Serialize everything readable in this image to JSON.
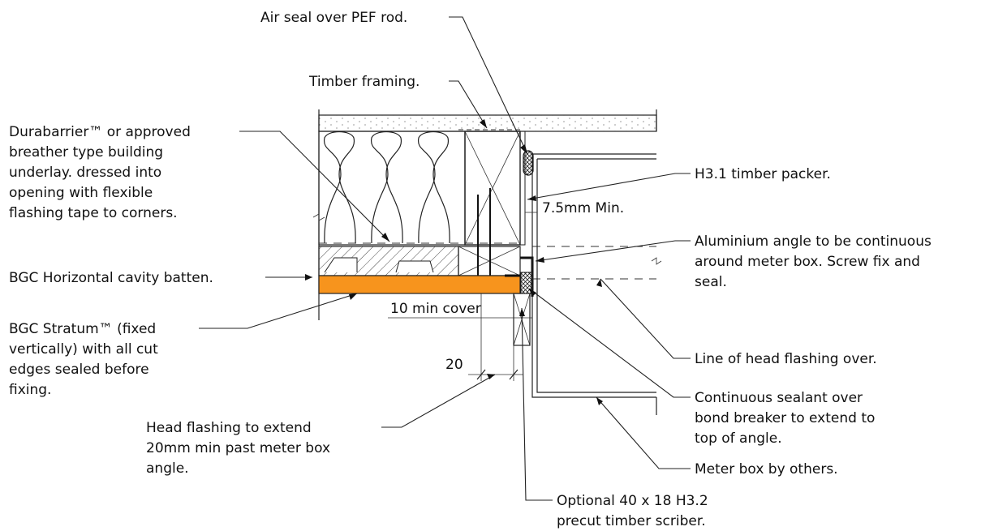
{
  "labels": {
    "air_seal": "Air seal over PEF rod.",
    "timber_framing": "Timber framing.",
    "durabarrier": [
      "Durabarrier™ or approved",
      "breather type building",
      "underlay. dressed into",
      "opening with flexible",
      "flashing tape to corners."
    ],
    "h31_packer": "H3.1 timber packer.",
    "gap_min": "7.5mm Min.",
    "aluminium_angle": [
      "Aluminium angle to be continuous",
      "around meter box. Screw fix and",
      "seal."
    ],
    "cavity_batten": "BGC Horizontal cavity batten.",
    "cover": "10 min cover",
    "stratum": [
      "BGC Stratum™ (fixed",
      "vertically) with all cut",
      "edges sealed before",
      "fixing."
    ],
    "dim_20": "20",
    "head_flashing_line": "Line of head flashing over.",
    "sealant": [
      "Continuous sealant over",
      "bond breaker to extend to",
      "top of angle."
    ],
    "head_flashing_extend": [
      "Head flashing to extend",
      "20mm min past meter box",
      "angle."
    ],
    "meter_box": "Meter box by others.",
    "scriber": [
      "Optional 40 x 18 H3.2",
      "precut timber scriber."
    ]
  },
  "colors": {
    "cladding": "#F7941D",
    "lines": "#222222"
  }
}
